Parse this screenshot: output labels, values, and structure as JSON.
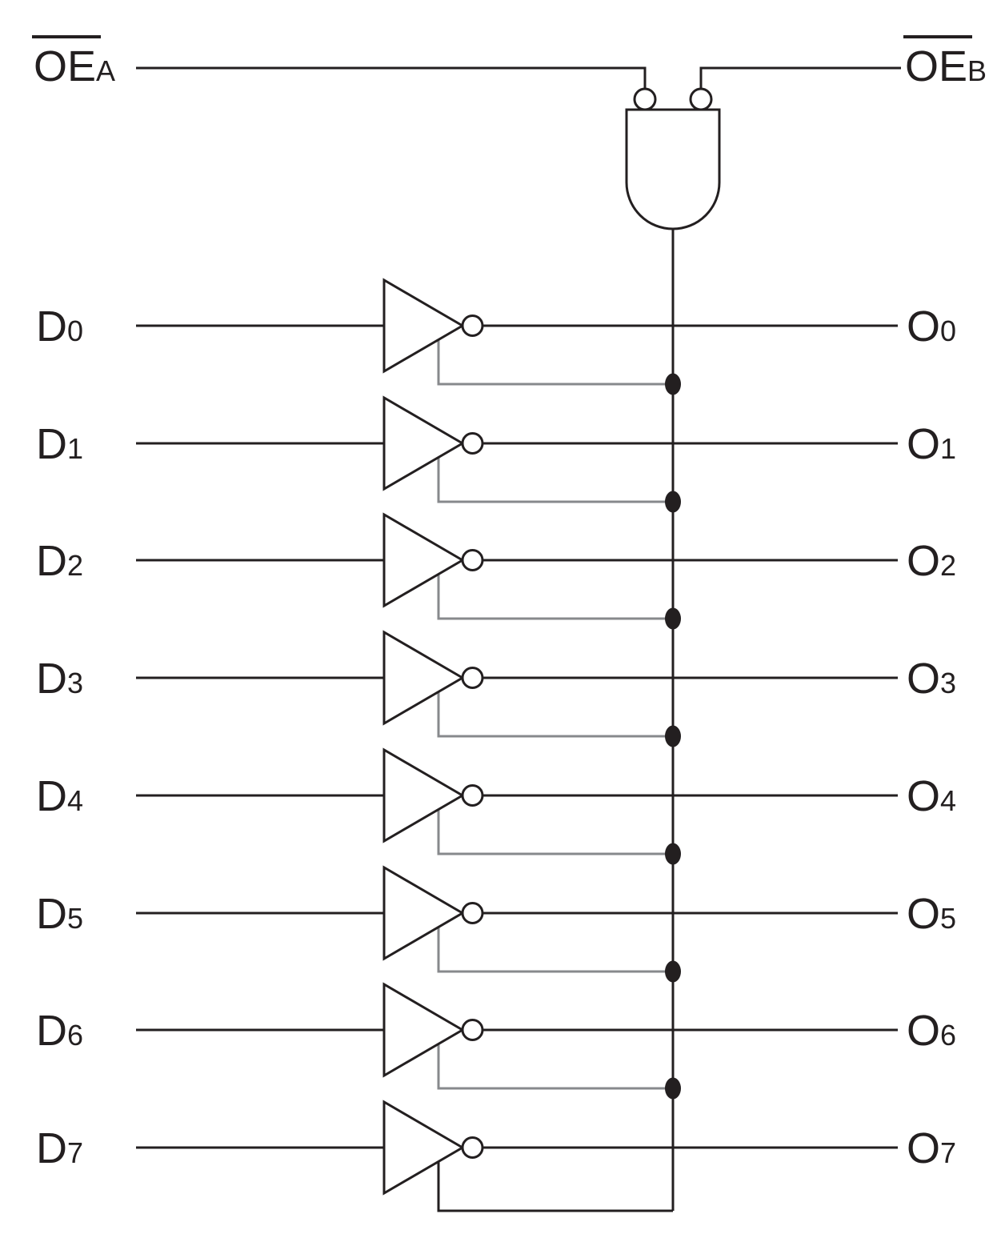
{
  "figure": {
    "type": "logic-circuit-diagram",
    "description": "Octal tri-state inverting buffer bank with shared gated output enable",
    "colors": {
      "line": "#231f20",
      "enable_stub": "#87898c",
      "dot": "#231f20",
      "background": "#ffffff"
    },
    "enable": {
      "left": {
        "base": "OE",
        "sub": "A",
        "overline": true
      },
      "right": {
        "base": "OE",
        "sub": "B",
        "overline": true
      },
      "gate": {
        "type": "AND",
        "inputs_inverted": true,
        "input_count": 2
      }
    },
    "rows": [
      {
        "input_base": "D",
        "input_sub": "0",
        "output_base": "O",
        "output_sub": "0",
        "junction_dot": true
      },
      {
        "input_base": "D",
        "input_sub": "1",
        "output_base": "O",
        "output_sub": "1",
        "junction_dot": true
      },
      {
        "input_base": "D",
        "input_sub": "2",
        "output_base": "O",
        "output_sub": "2",
        "junction_dot": true
      },
      {
        "input_base": "D",
        "input_sub": "3",
        "output_base": "O",
        "output_sub": "3",
        "junction_dot": true
      },
      {
        "input_base": "D",
        "input_sub": "4",
        "output_base": "O",
        "output_sub": "4",
        "junction_dot": true
      },
      {
        "input_base": "D",
        "input_sub": "5",
        "output_base": "O",
        "output_sub": "5",
        "junction_dot": true
      },
      {
        "input_base": "D",
        "input_sub": "6",
        "output_base": "O",
        "output_sub": "6",
        "junction_dot": true
      },
      {
        "input_base": "D",
        "input_sub": "7",
        "output_base": "O",
        "output_sub": "7",
        "junction_dot": false
      }
    ]
  }
}
